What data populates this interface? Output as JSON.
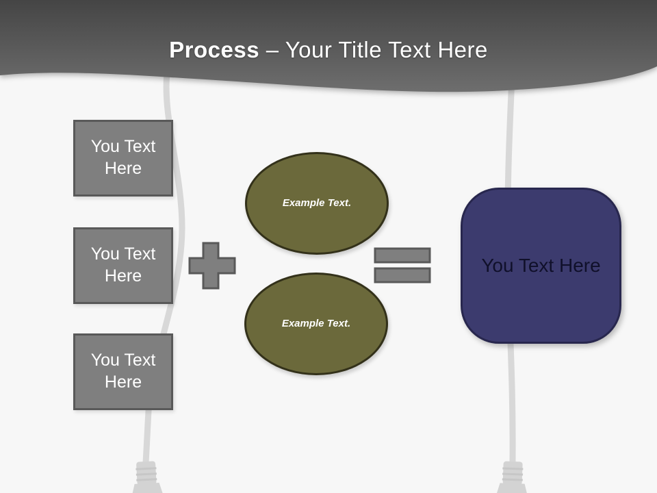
{
  "colors": {
    "background": "#f7f7f7",
    "header_top": "#454545",
    "header_bottom": "#6e6e6e",
    "title_text": "#ffffff",
    "box_fill": "#7f7f7f",
    "box_border": "#595959",
    "box_text": "#ffffff",
    "operator_fill": "#7f7f7f",
    "operator_border": "#595959",
    "circle_fill": "#6b693b",
    "circle_border": "#33311a",
    "circle_text": "#ffffff",
    "result_fill": "#3c3b6e",
    "result_border": "#28274e",
    "result_text": "#10102a",
    "cable": "#d8d8d8",
    "cable_connector": "#d3d3d3",
    "cable_connector_rib": "#c7c7c7"
  },
  "header": {
    "title_bold": "Process",
    "title_rest": " – Your Title Text Here"
  },
  "inputs": [
    {
      "label": "You Text Here"
    },
    {
      "label": "You Text Here"
    },
    {
      "label": "You Text Here"
    }
  ],
  "operators": {
    "plus_icon": "plus-sign",
    "equals_icon": "equals-sign"
  },
  "examples": [
    {
      "label": "Example Text."
    },
    {
      "label": "Example Text."
    }
  ],
  "result": {
    "label": "You Text Here"
  }
}
